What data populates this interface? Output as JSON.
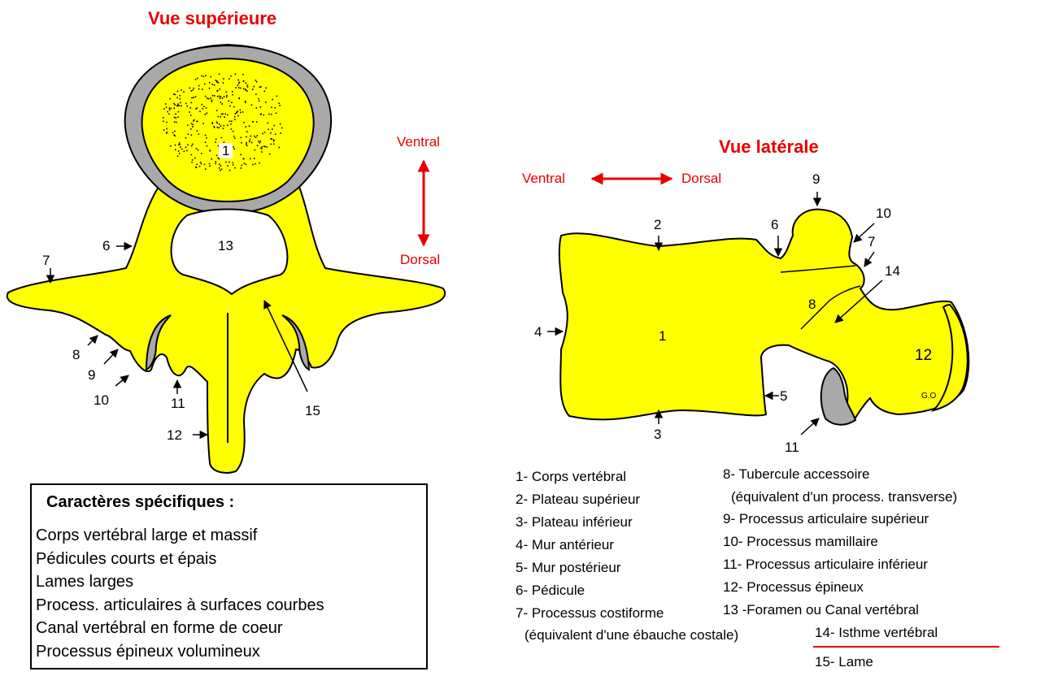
{
  "views": {
    "top_title": "Vue supérieure",
    "lateral_title": "Vue latérale"
  },
  "orientation": {
    "ventral": "Ventral",
    "dorsal": "Dorsal"
  },
  "top_view_labels": {
    "n1": "1",
    "n13": "13",
    "n6": "6",
    "n7": "7",
    "n8": "8",
    "n9": "9",
    "n10": "10",
    "n11": "11",
    "n12": "12",
    "n15": "15"
  },
  "lateral_view_labels": {
    "n1": "1",
    "n2": "2",
    "n3": "3",
    "n4": "4",
    "n5": "5",
    "n6": "6",
    "n7": "7",
    "n8": "8",
    "n9": "9",
    "n10": "10",
    "n11": "11",
    "n12": "12",
    "n14": "14",
    "signature": "G.O"
  },
  "legend": [
    "1- Corps vertébral",
    "2- Plateau supérieur",
    "3- Plateau inférieur",
    "4- Mur antérieur",
    "5- Mur postérieur",
    "6- Pédicule",
    "7- Processus costiforme",
    "(équivalent d'une ébauche costale)",
    "8- Tubercule accessoire",
    "(équivalent d'un process. transverse)",
    "9- Processus articulaire supérieur",
    "10- Processus mamillaire",
    "11- Processus articulaire inférieur",
    "12- Processus épineux",
    "13 -Foramen ou Canal vertébral",
    "14- Isthme vertébral",
    "15- Lame"
  ],
  "characteristics": {
    "title": "Caractères spécifiques :",
    "items": [
      "Corps vertébral large et massif",
      "Pédicules courts et épais",
      "Lames larges",
      "Process. articulaires à surfaces courbes",
      "Canal vertébral en forme de coeur",
      "Processus épineux volumineux"
    ]
  },
  "colors": {
    "bone": "#ffff00",
    "cortex": "#a9a9a9",
    "accent": "#e80000",
    "outline": "#000000"
  }
}
